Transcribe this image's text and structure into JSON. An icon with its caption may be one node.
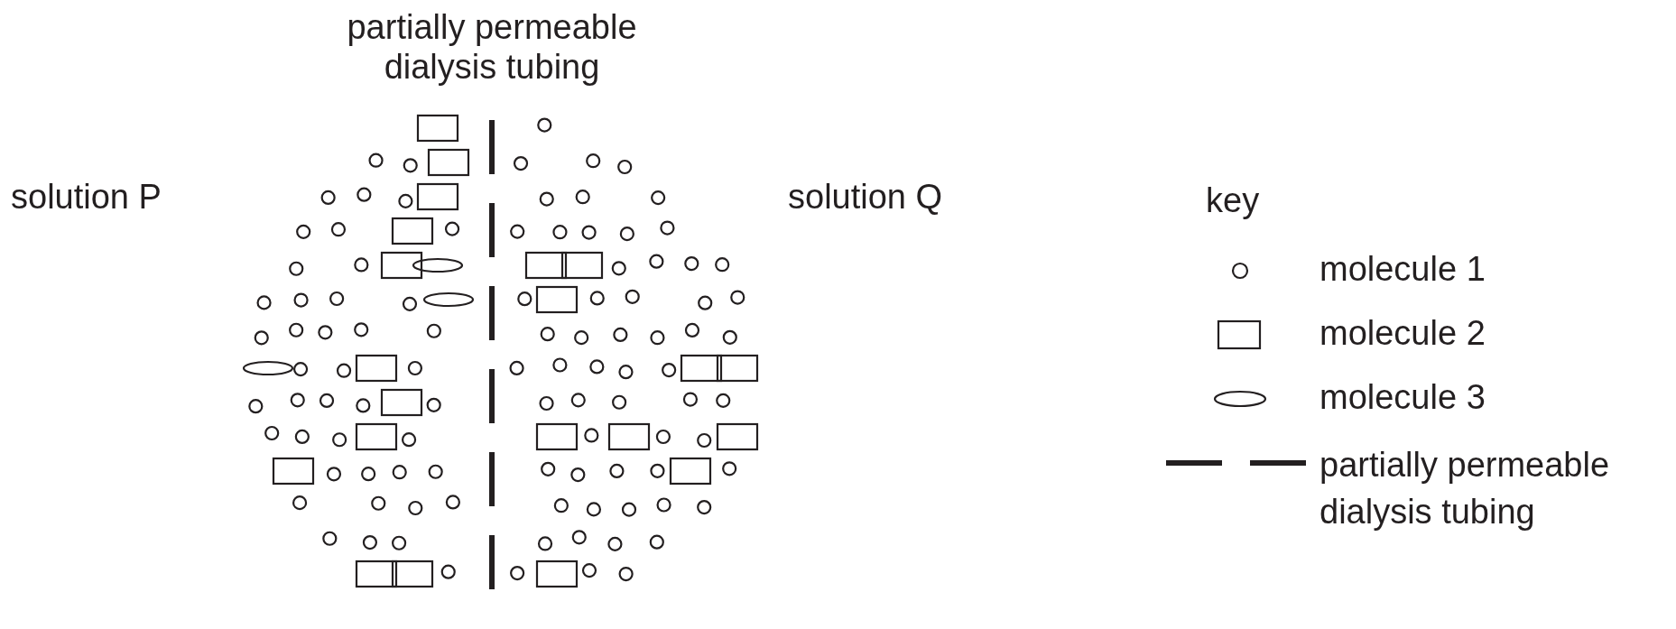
{
  "diagram": {
    "labels": [
      "partially permeable dialysis tubing",
      "solution P",
      "solution Q",
      "key"
    ],
    "legend": [
      {
        "text": "molecule 1"
      },
      {
        "text": "molecule 2"
      },
      {
        "text": "molecule 3"
      },
      {
        "text": "partially permeable dialysis tubing"
      }
    ]
  }
}
